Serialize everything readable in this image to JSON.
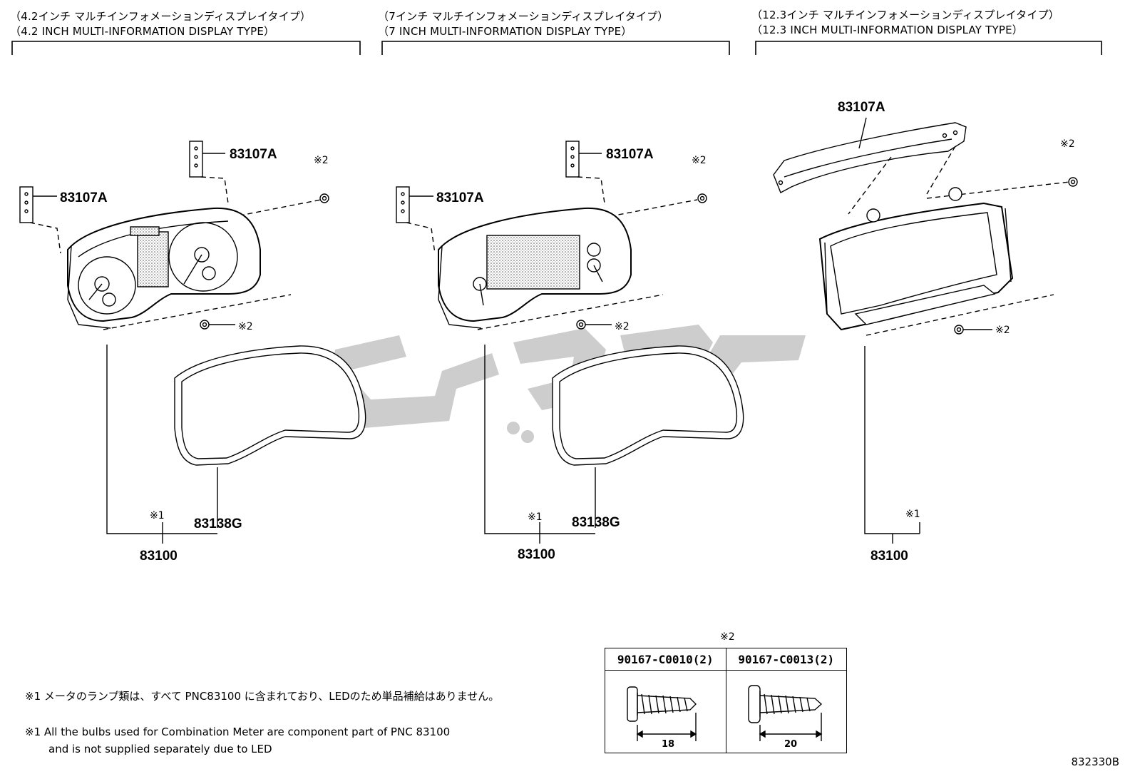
{
  "headers": [
    {
      "jp": "（4.2インチ マルチインフォメーションディスプレイタイプ）",
      "en": "（4.2 INCH MULTI-INFORMATION DISPLAY TYPE）"
    },
    {
      "jp": "（7インチ マルチインフォメーションディスプレイタイプ）",
      "en": "（7 INCH MULTI-INFORMATION DISPLAY TYPE）"
    },
    {
      "jp": "（12.3インチ マルチインフォメーションディスプレイタイプ）",
      "en": "（12.3 INCH MULTI-INFORMATION DISPLAY TYPE）"
    }
  ],
  "part_labels": {
    "bracket": "83107A",
    "lens": "83138G",
    "meter": "83100",
    "mark1": "※1",
    "mark2": "※2"
  },
  "fastener_table": {
    "mark": "※2",
    "columns": [
      {
        "part": "90167-C0010(2)",
        "length": "18"
      },
      {
        "part": "90167-C0013(2)",
        "length": "20"
      }
    ]
  },
  "notes": {
    "jp": "※1 メータのランプ類は、すべて PNC83100 に含まれており、LEDのため単品補給はありません。",
    "en_line1": "※1 All the bulbs used for Combination Meter are component part of PNC 83100",
    "en_line2": "and is not supplied separately due to LED"
  },
  "figure_code": "832330B"
}
